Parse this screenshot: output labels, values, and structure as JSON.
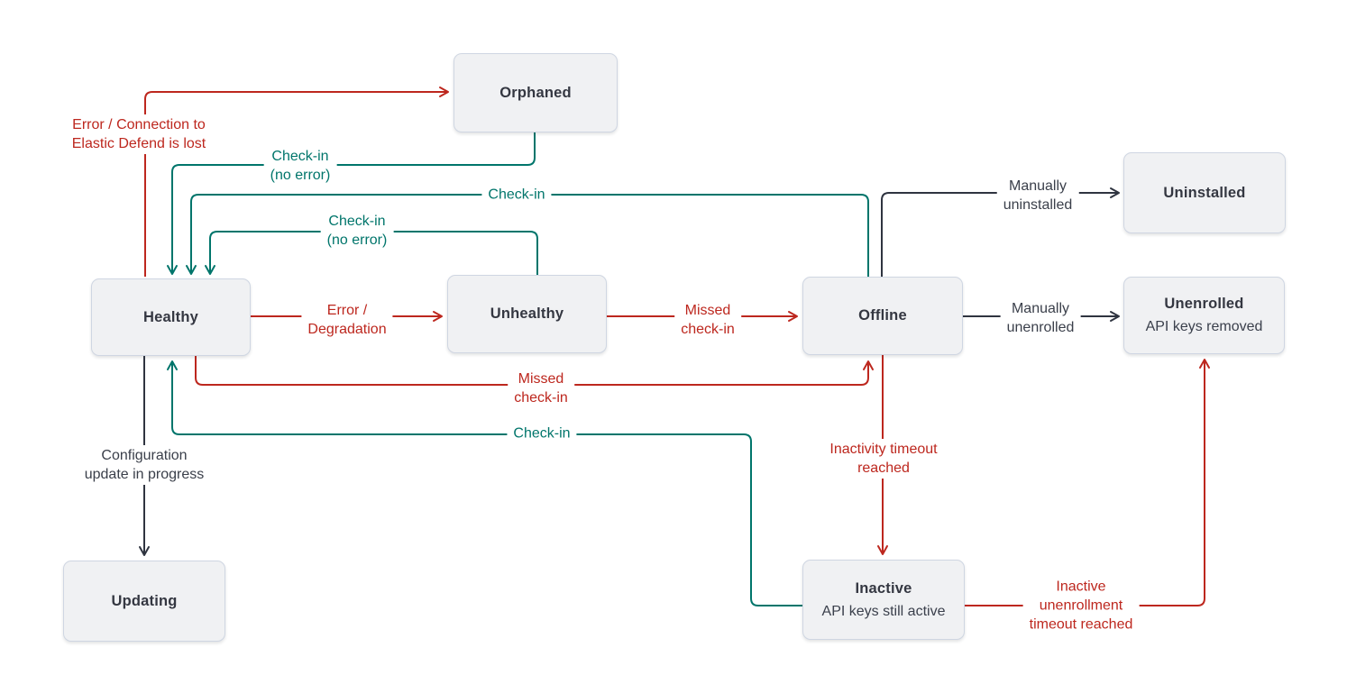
{
  "diagram": {
    "kind": "state-diagram",
    "subject": "Elastic Agent statuses"
  },
  "colors": {
    "error": "#BD271E",
    "success": "#00756B",
    "neutral": "#343741",
    "node_fill": "#F0F1F3",
    "node_border": "#CFD6E2",
    "background": "#FFFFFF"
  },
  "nodes": {
    "orphaned": {
      "title": "Orphaned"
    },
    "healthy": {
      "title": "Healthy"
    },
    "unhealthy": {
      "title": "Unhealthy"
    },
    "offline": {
      "title": "Offline"
    },
    "uninstalled": {
      "title": "Uninstalled"
    },
    "unenrolled": {
      "title": "Unenrolled",
      "subtitle": "API keys removed"
    },
    "updating": {
      "title": "Updating"
    },
    "inactive": {
      "title": "Inactive",
      "subtitle": "API keys still active"
    }
  },
  "edges": {
    "healthy_to_orphaned": {
      "from": "Healthy",
      "to": "Orphaned",
      "type": "error",
      "label": "Error / Connection to\nElastic Defend is lost"
    },
    "orphaned_to_healthy": {
      "from": "Orphaned",
      "to": "Healthy",
      "type": "success",
      "label": "Check-in\n(no error)"
    },
    "offline_to_healthy": {
      "from": "Offline",
      "to": "Healthy",
      "type": "success",
      "label": "Check-in"
    },
    "unhealthy_to_healthy": {
      "from": "Unhealthy",
      "to": "Healthy",
      "type": "success",
      "label": "Check-in\n(no error)"
    },
    "healthy_to_unhealthy": {
      "from": "Healthy",
      "to": "Unhealthy",
      "type": "error",
      "label": "Error /\nDegradation"
    },
    "unhealthy_to_offline": {
      "from": "Unhealthy",
      "to": "Offline",
      "type": "error",
      "label": "Missed\ncheck-in"
    },
    "healthy_to_offline": {
      "from": "Healthy",
      "to": "Offline",
      "type": "error",
      "label": "Missed\ncheck-in"
    },
    "inactive_to_healthy": {
      "from": "Inactive",
      "to": "Healthy",
      "type": "success",
      "label": "Check-in"
    },
    "healthy_to_updating": {
      "from": "Healthy",
      "to": "Updating",
      "type": "neutral",
      "label": "Configuration\nupdate in progress"
    },
    "offline_to_uninstalled": {
      "from": "Offline",
      "to": "Uninstalled",
      "type": "neutral",
      "label": "Manually\nuninstalled"
    },
    "offline_to_unenrolled": {
      "from": "Offline",
      "to": "Unenrolled",
      "type": "neutral",
      "label": "Manually\nunenrolled"
    },
    "offline_to_inactive": {
      "from": "Offline",
      "to": "Inactive",
      "type": "error",
      "label": "Inactivity timeout\nreached"
    },
    "inactive_to_unenrolled": {
      "from": "Inactive",
      "to": "Unenrolled",
      "type": "error",
      "label": "Inactive\nunenrollment\ntimeout reached"
    }
  }
}
